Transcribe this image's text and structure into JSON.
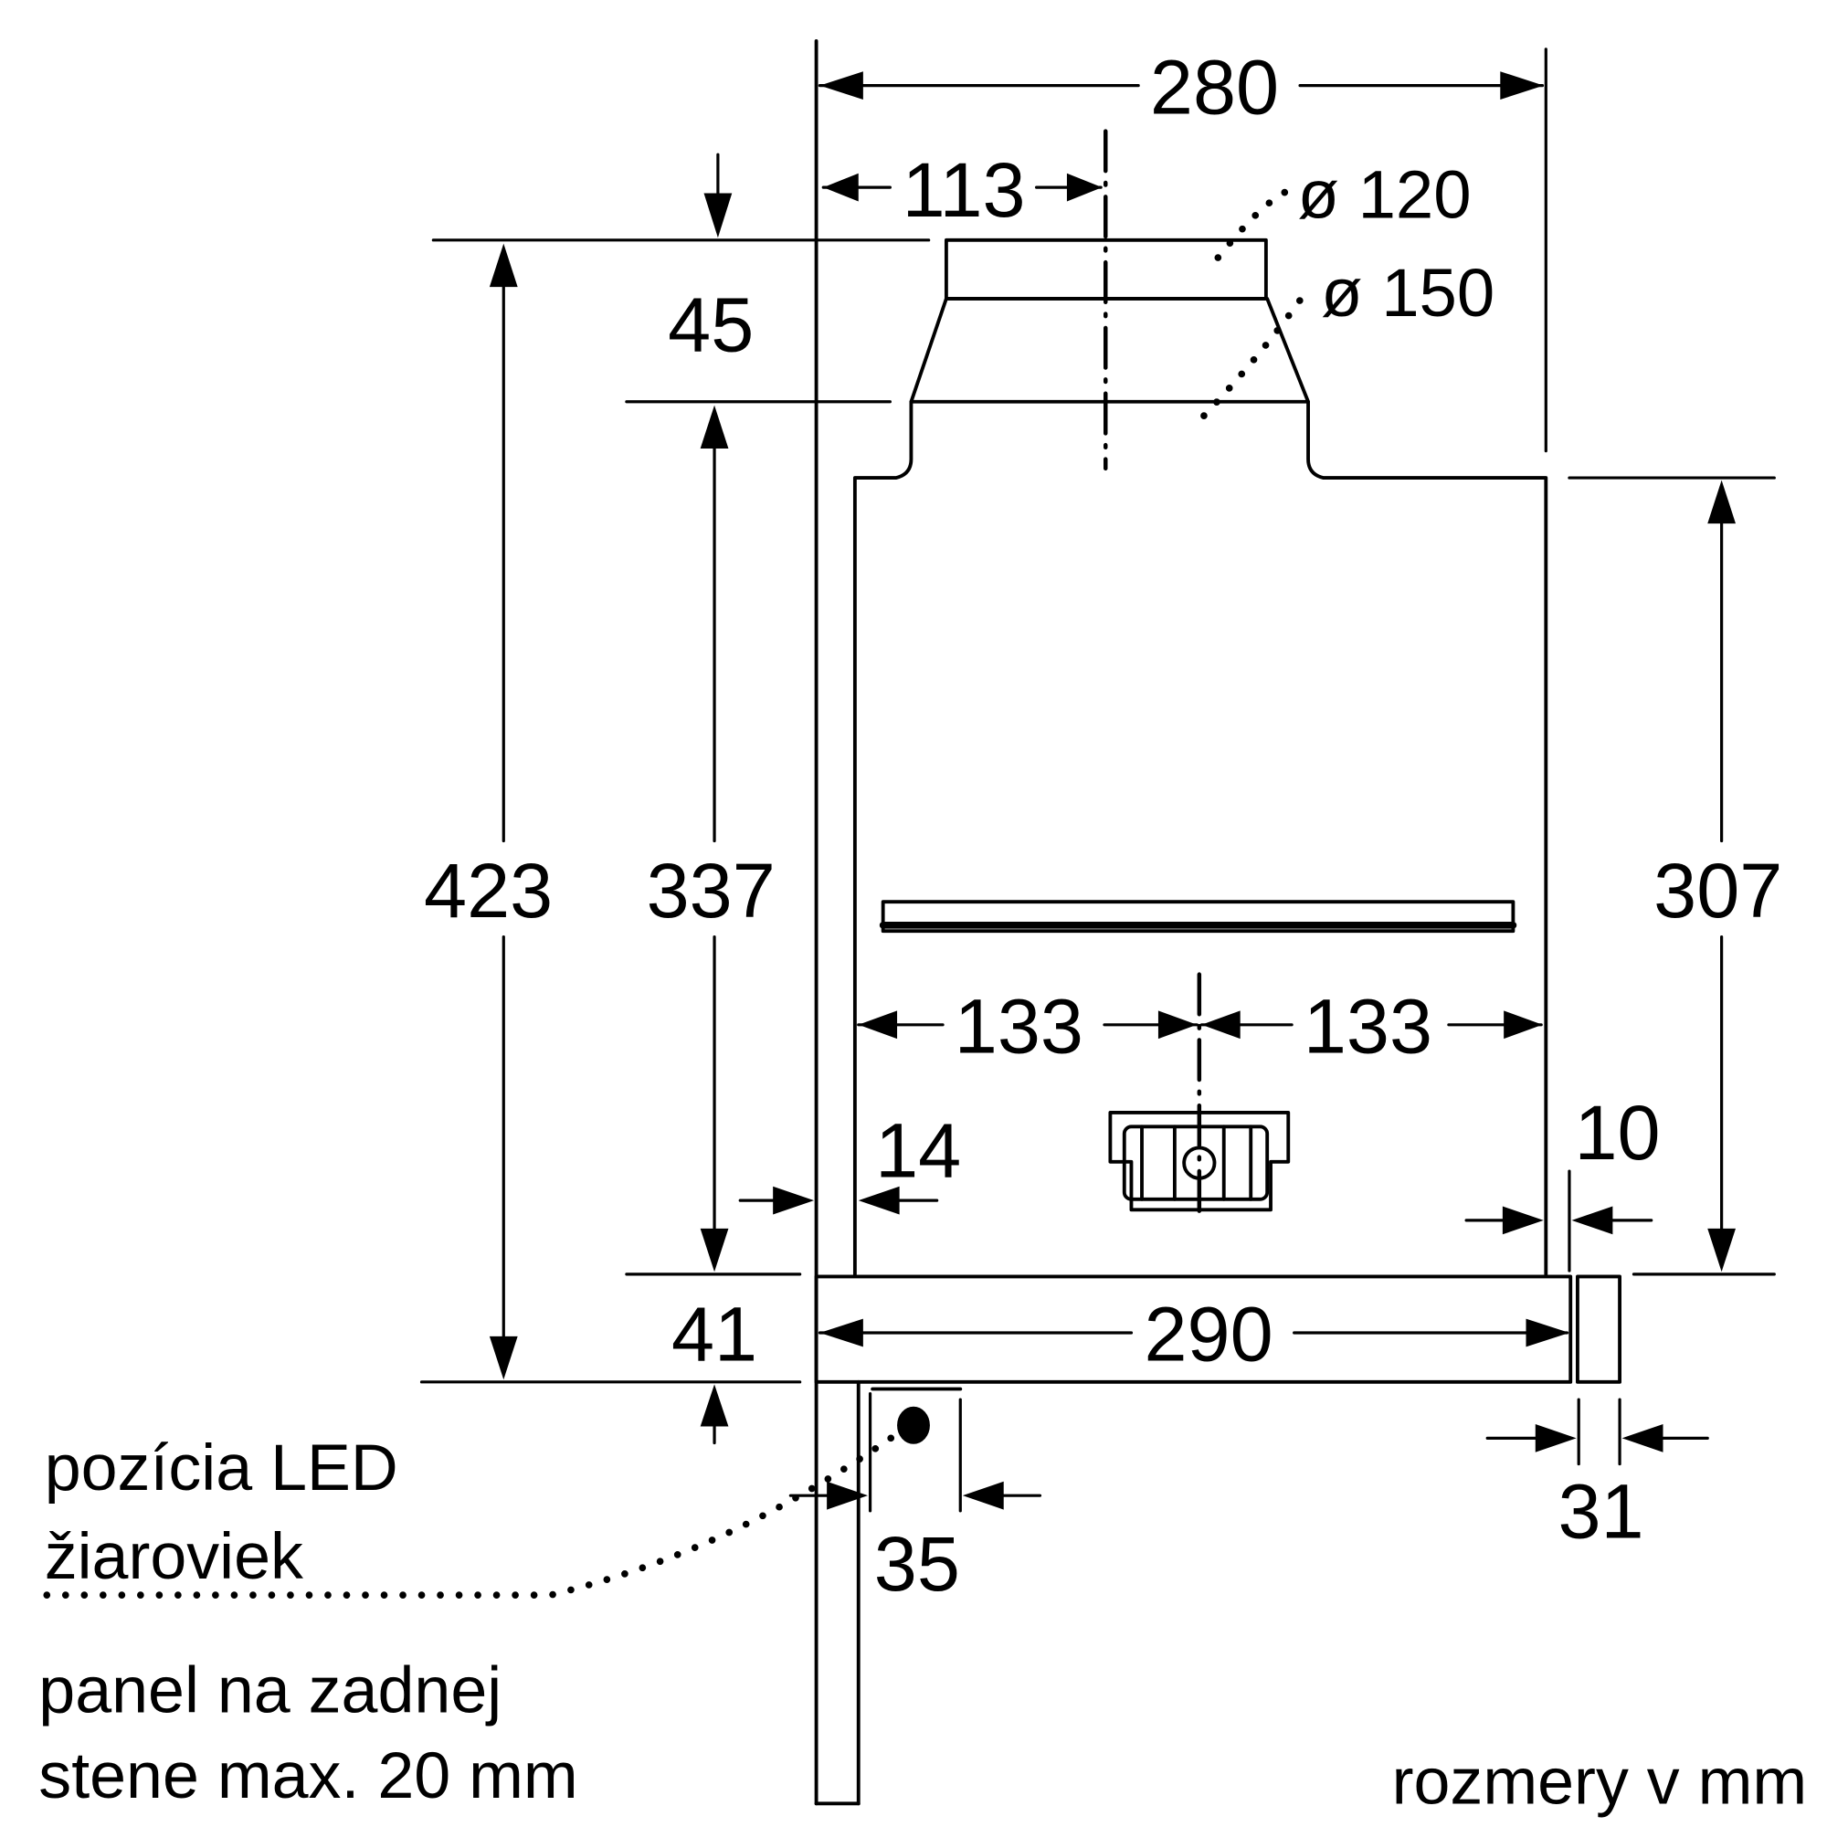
{
  "title": "Cooker hood dimension drawing",
  "dimensions": {
    "overall_width": "280",
    "outlet_offset": "113",
    "outlet_dia_small": "ø 120",
    "outlet_dia_large": "ø 150",
    "outlet_height": "45",
    "total_height": "423",
    "body_height_with_outlet": "337",
    "right_height": "307",
    "half_width_left": "133",
    "half_width_right": "133",
    "left_gap": "14",
    "right_gap": "10",
    "front_height": "41",
    "front_width": "290",
    "front_panel_depth": "31",
    "led_offset": "35"
  },
  "labels": {
    "led_line1": "pozícia LED",
    "led_line2": "žiaroviek",
    "panel_line1": "panel na zadnej",
    "panel_line2": "stene max. 20 mm",
    "units": "rozmery v mm"
  },
  "colors": {
    "ink": "#000000",
    "background": "#ffffff"
  }
}
